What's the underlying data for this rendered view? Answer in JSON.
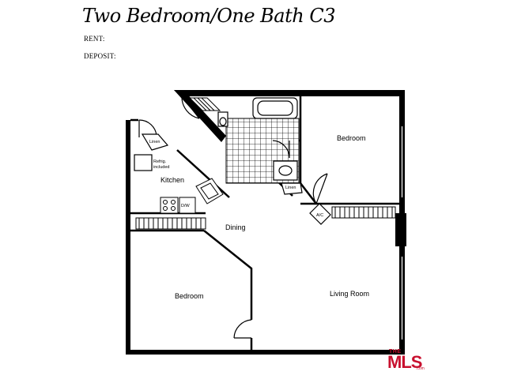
{
  "header": {
    "title": "Two Bedroom/One Bath C3",
    "rent_label": "RENT:",
    "rent_value": "",
    "deposit_label": "DEPOSIT:",
    "deposit_value": ""
  },
  "rooms": {
    "bedroom_top": "Bedroom",
    "bedroom_bottom": "Bedroom",
    "living_room": "Living Room",
    "dining": "Dining",
    "kitchen": "Kitchen",
    "linen_left": "Linen",
    "linen_right": "Linen",
    "refrig_line1": "Refrig.",
    "refrig_line2": "included",
    "dishwasher": "D/W",
    "ac": "A/C"
  },
  "logo": {
    "the": "THE",
    "mls": "MLS",
    "com": ".com"
  },
  "colors": {
    "wall": "#000000",
    "logo_red": "#c8102e"
  }
}
